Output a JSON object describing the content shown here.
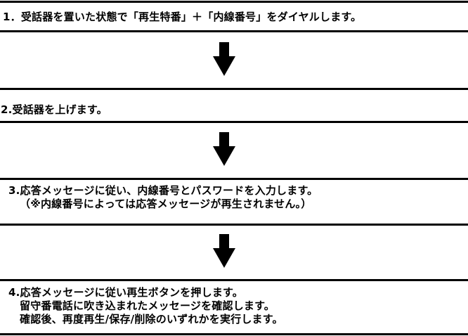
{
  "steps": [
    {
      "lines": [
        "1．受話器を置いた状態で「再生特番」＋「内線番号」をダイヤルします。"
      ]
    },
    {
      "lines": [
        "2.受話器を上げます。"
      ]
    },
    {
      "lines": [
        "3.応答メッセージに従い、内線番号とパスワードを入力します。",
        "（※内線番号によっては応答メッセージが再生されません。）"
      ]
    },
    {
      "lines": [
        "4.応答メッセージに従い再生ボタンを押します。",
        "留守番電話に吹き込まれたメッセージを確認します。",
        "確認後、再度再生/保存/削除のいずれかを実行します。"
      ]
    }
  ],
  "colors": {
    "line": "#000000",
    "arrow": "#000000",
    "background": "#ffffff",
    "text": "#000000"
  },
  "arrow_icon": "down-arrow-icon"
}
